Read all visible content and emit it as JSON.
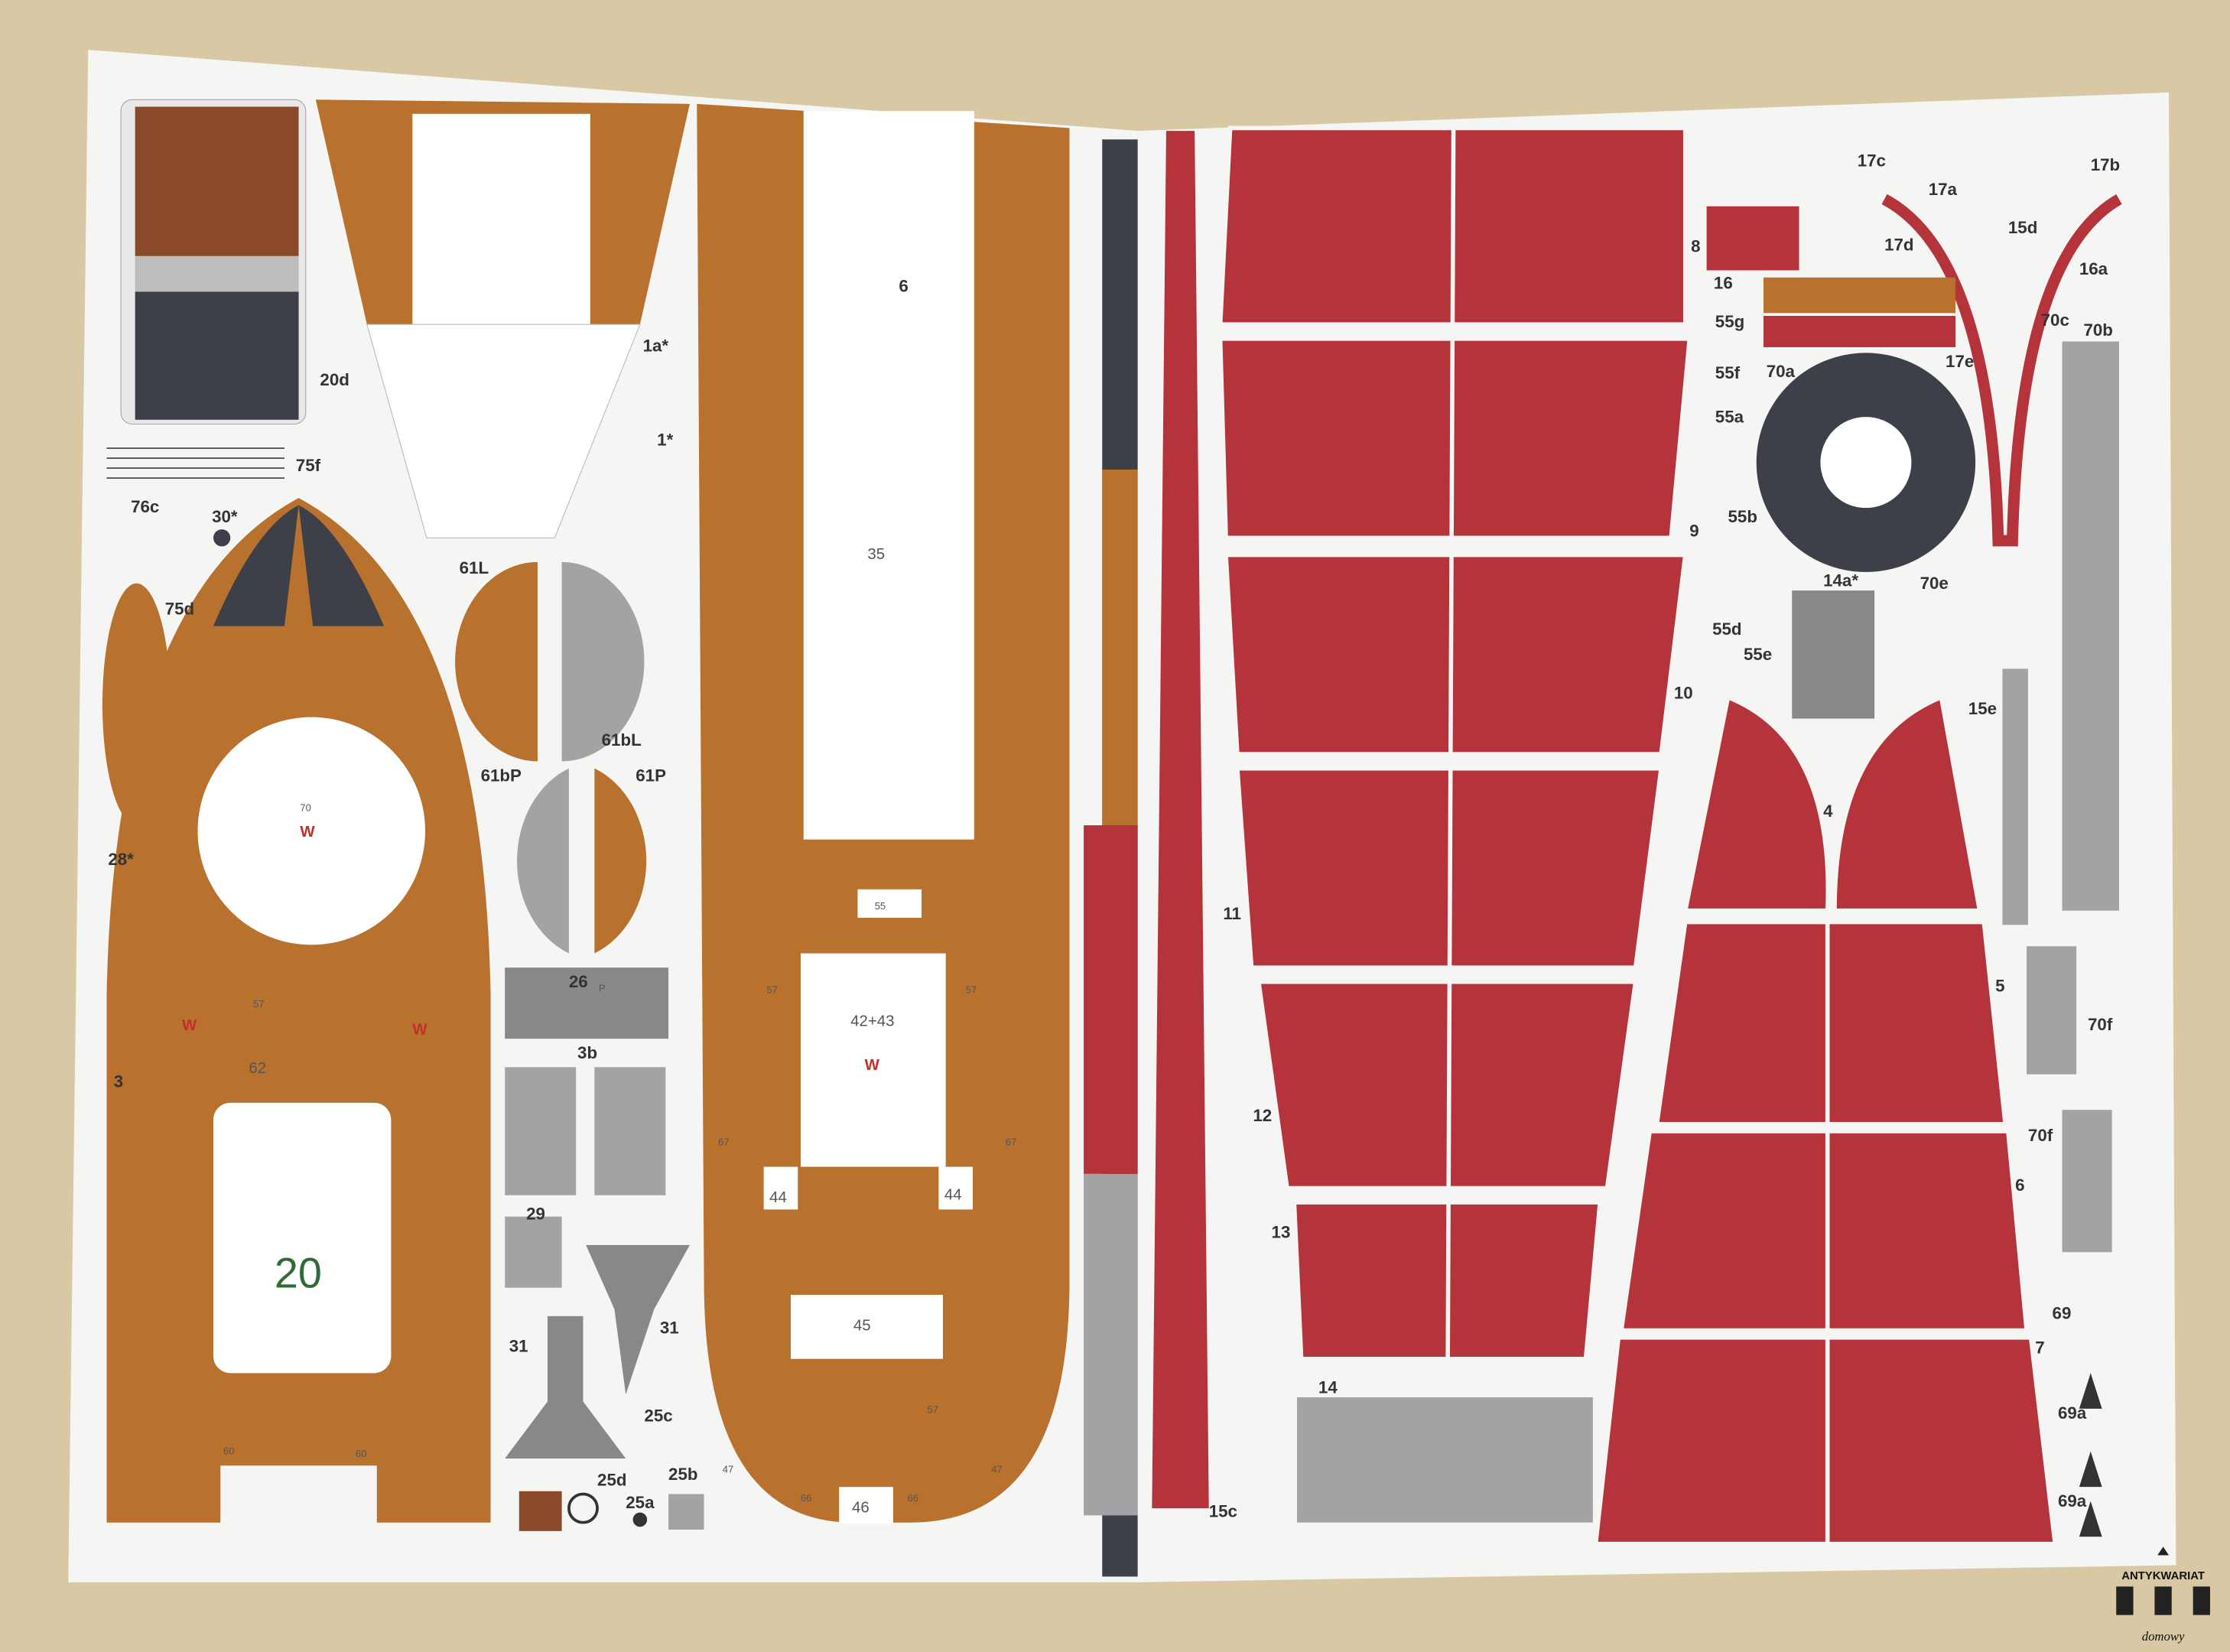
{
  "colors": {
    "table": "#d8c8a4",
    "page": "#f5f5f3",
    "wood": "#b8722e",
    "red": "#b5333b",
    "dark": "#3d4049",
    "grey": "#a3a3a5"
  },
  "left_page": {
    "labels": [
      "20d",
      "1a*",
      "1*",
      "75f",
      "76c",
      "30*",
      "75d",
      "28*",
      "61L",
      "61bL",
      "61bP",
      "61P",
      "26",
      "P",
      "3b",
      "29",
      "31",
      "31",
      "25c",
      "25d",
      "25a",
      "25b",
      "3",
      "6",
      "35",
      "55",
      "42+43",
      "44",
      "44",
      "45",
      "46",
      "47",
      "47"
    ],
    "deck_numbers": {
      "n70": "70",
      "n62": "62",
      "n20": "20",
      "w": "W",
      "n57": "57",
      "n60": "60",
      "n66": "66",
      "n67": "67"
    }
  },
  "right_page": {
    "labels": [
      "17c",
      "17a",
      "17b",
      "8",
      "16",
      "17d",
      "15d",
      "16a",
      "55g",
      "17e",
      "70c",
      "70b",
      "55f",
      "70a",
      "55a",
      "55b",
      "9",
      "14a*",
      "70e",
      "55d",
      "55e",
      "10",
      "15e",
      "4",
      "11",
      "5",
      "70f",
      "12",
      "70f",
      "6",
      "13",
      "69",
      "7",
      "14",
      "69a",
      "69a",
      "15c"
    ]
  },
  "watermark": {
    "line1": "ANTYKWARIAT",
    "line2": "domowy"
  }
}
